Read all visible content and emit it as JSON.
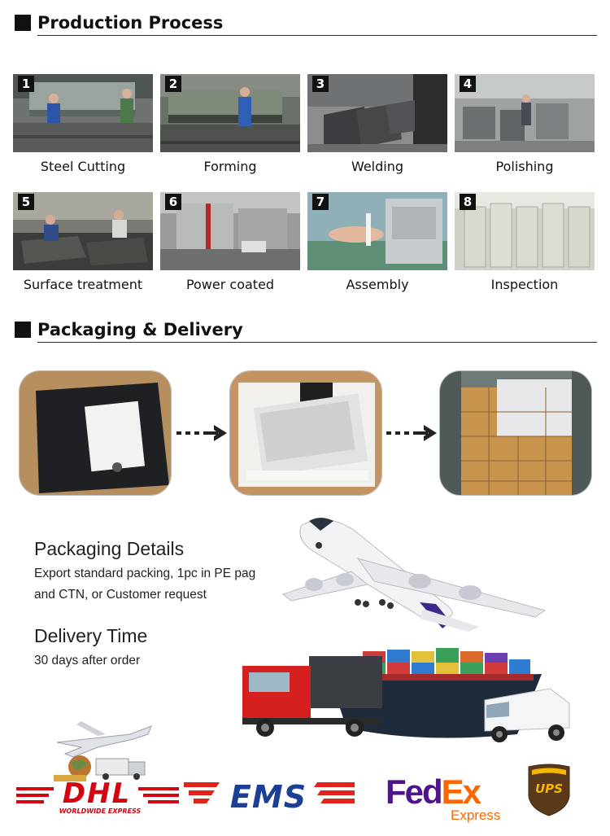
{
  "production": {
    "title": "Production Process",
    "steps": [
      {
        "num": "1",
        "label": "Steel Cutting"
      },
      {
        "num": "2",
        "label": "Forming"
      },
      {
        "num": "3",
        "label": "Welding"
      },
      {
        "num": "4",
        "label": "Polishing"
      },
      {
        "num": "5",
        "label": "Surface treatment"
      },
      {
        "num": "6",
        "label": "Power coated"
      },
      {
        "num": "7",
        "label": "Assembly"
      },
      {
        "num": "8",
        "label": "Inspection"
      }
    ]
  },
  "packaging": {
    "title": "Packaging & Delivery",
    "details_heading": "Packaging Details",
    "details_line1": "Export standard packing, 1pc in PE pag",
    "details_line2": "and CTN, or Customer request",
    "delivery_heading": "Delivery Time",
    "delivery_text": "30 days after order"
  },
  "carriers": {
    "dhl_main": "DHL",
    "dhl_sub": "WORLDWIDE EXPRESS",
    "ems": "EMS",
    "fedex_fed": "Fed",
    "fedex_ex": "Ex",
    "fedex_express": "Express",
    "ups": "UPS"
  },
  "colors": {
    "dhl_red": "#d40511",
    "ems_blue": "#1b3f94",
    "ems_red": "#e1251b",
    "fedex_purple": "#4d148c",
    "fedex_orange": "#ff6600",
    "ups_brown": "#5a3a1a",
    "ups_gold": "#f6b700"
  }
}
